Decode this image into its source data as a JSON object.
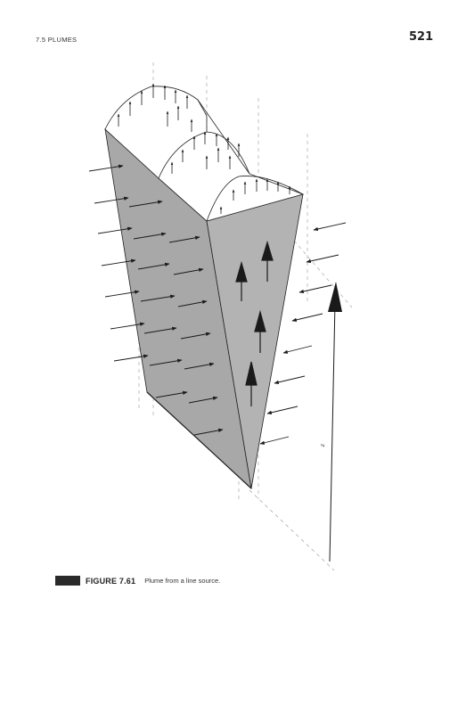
{
  "header": {
    "running_head": "7.5 PLUMES",
    "page_number": "521"
  },
  "figure": {
    "label": "FIGURE 7.61",
    "caption": "Plume from a line source.",
    "axis_label": "z",
    "colors": {
      "face": "#a8a8a8",
      "top": "#ffffff",
      "stroke": "#222222",
      "arrow": "#1a1a1a",
      "caption_bar": "#2a2a2a"
    },
    "icons": [
      "inflow-arrow",
      "upward-arrow",
      "velocity-profile-arrow",
      "z-axis-arrow"
    ]
  }
}
